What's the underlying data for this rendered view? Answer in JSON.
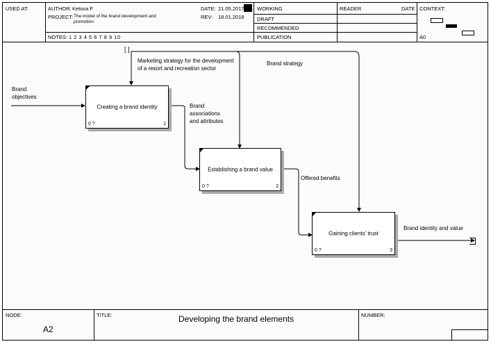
{
  "header": {
    "used_at": "USED AT:",
    "author_label": "AUTHOR:",
    "author": "Ketova F",
    "project_label": "PROJECT:",
    "project": "The model of the brand development  and promotion",
    "date_label": "DATE:",
    "date": "21.05.2017",
    "rev_label": "REV:",
    "rev": "18.01.2018",
    "notes_label": "NOTES:",
    "notes": "1 2 3 4 5 6 7 8 9 10",
    "status": [
      "WORKING",
      "DRAFT",
      "RECOMMENDED",
      "PUBLICATION"
    ],
    "reader": "READER",
    "date_col": "DATE",
    "context": "CONTEXT:",
    "context_node": "A0"
  },
  "boxes": [
    {
      "label": "Creating a brand identity",
      "cost": "0 ?",
      "num": "1"
    },
    {
      "label": "Establishing a brand value",
      "cost": "0 ?",
      "num": "2"
    },
    {
      "label": "Gaining clients' trust",
      "cost": "0 ?",
      "num": "3"
    }
  ],
  "arrows": {
    "brand_objectives": "Brand\nobjectives",
    "marketing_strategy": "Marketing strategy for the development\nof a resort and recreation sector",
    "brand_strategy": "Brand strategy",
    "brand_associations": "Brand\nassociations\nand attributes",
    "offered_benefits": "Offered benefits",
    "brand_identity_value": "Brand identity and value",
    "tunnel": "[ ]"
  },
  "footer": {
    "node_label": "NODE:",
    "node": "A2",
    "title_label": "TITLE:",
    "title": "Developing the brand elements",
    "number_label": "NUMBER:"
  }
}
